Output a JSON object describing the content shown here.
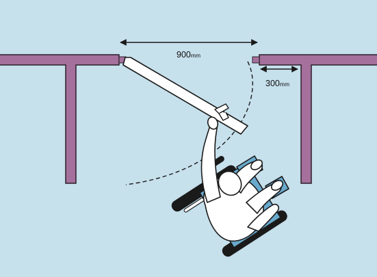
{
  "diagram": {
    "door_width": {
      "value": "900",
      "unit": "mm"
    },
    "latch_clearance": {
      "value": "300",
      "unit": "mm"
    }
  },
  "colors": {
    "background": "#c6e0ec",
    "wall_fill": "#a5709b",
    "wall_outline": "#2b1f2a",
    "door_fill": "#ffffff",
    "wheelchair_blue": "#69a9cc",
    "tyre": "#1a1a1a",
    "line": "#1a1a1a"
  },
  "icons": {
    "person": "wheelchair-user-icon"
  }
}
